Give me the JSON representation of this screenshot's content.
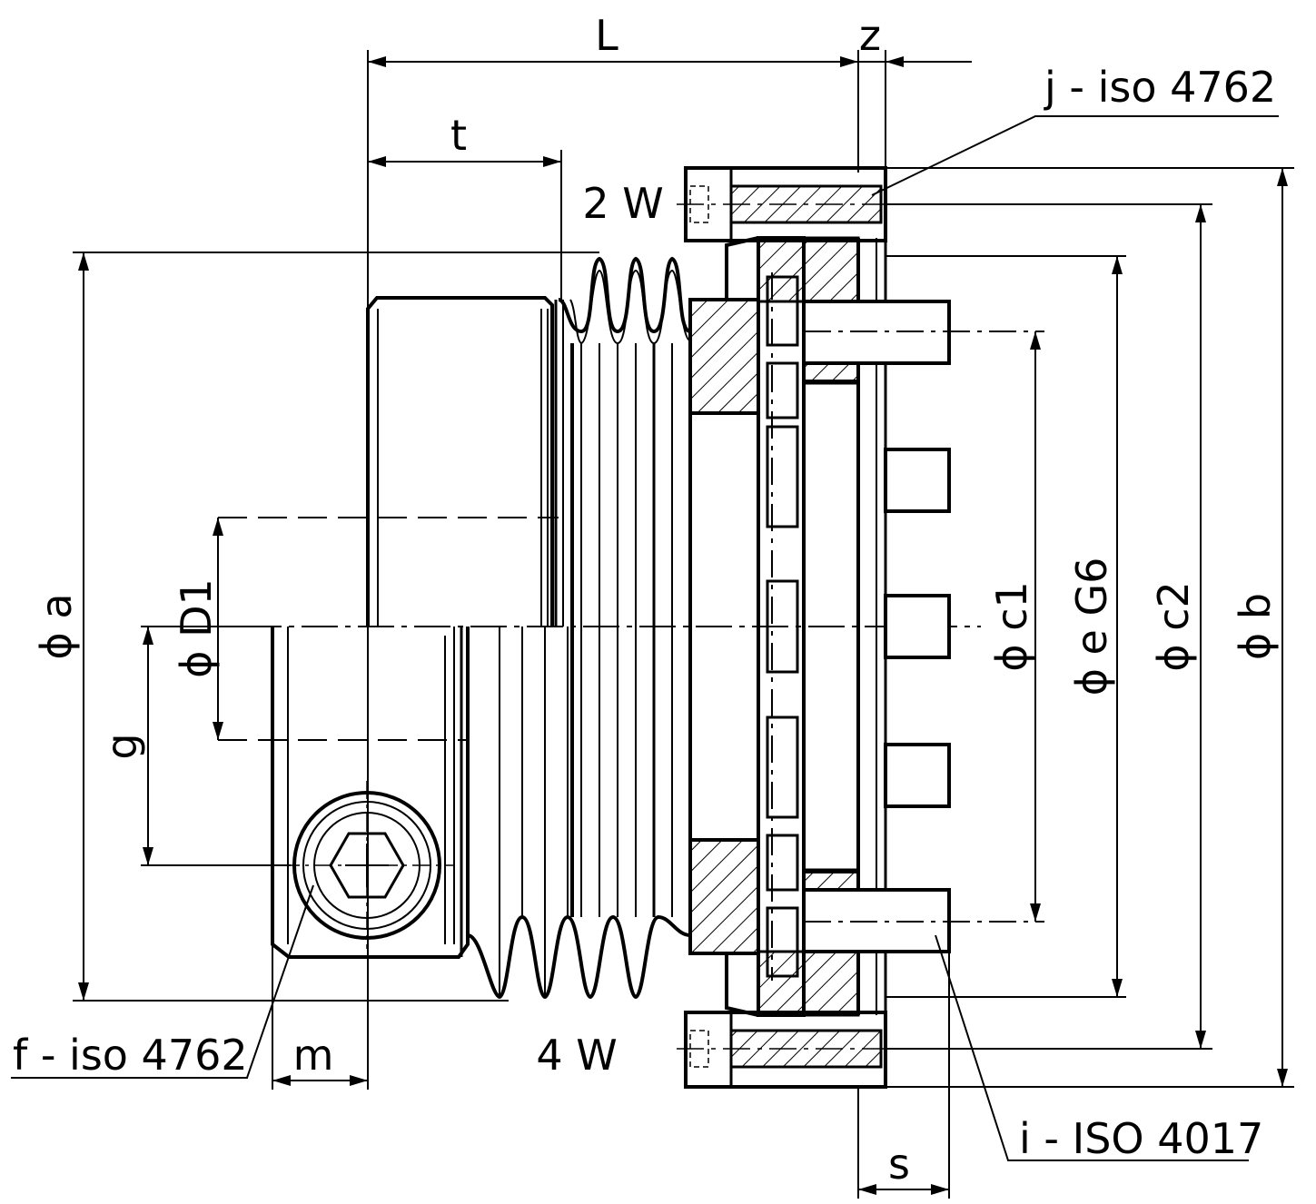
{
  "labels": {
    "L": "L",
    "z": "z",
    "t": "t",
    "w2": "2 W",
    "w4": "4 W",
    "j": "j - iso 4762",
    "f": "f - iso 4762",
    "i": "i - ISO 4017",
    "m": "m",
    "s": "s",
    "g": "g",
    "phi_a": "ϕ a",
    "phi_D1": "ϕ D1",
    "phi_c1": "ϕ c1",
    "phi_eG6": "ϕ e G6",
    "phi_c2": "ϕ c2",
    "phi_b": "ϕ b"
  }
}
